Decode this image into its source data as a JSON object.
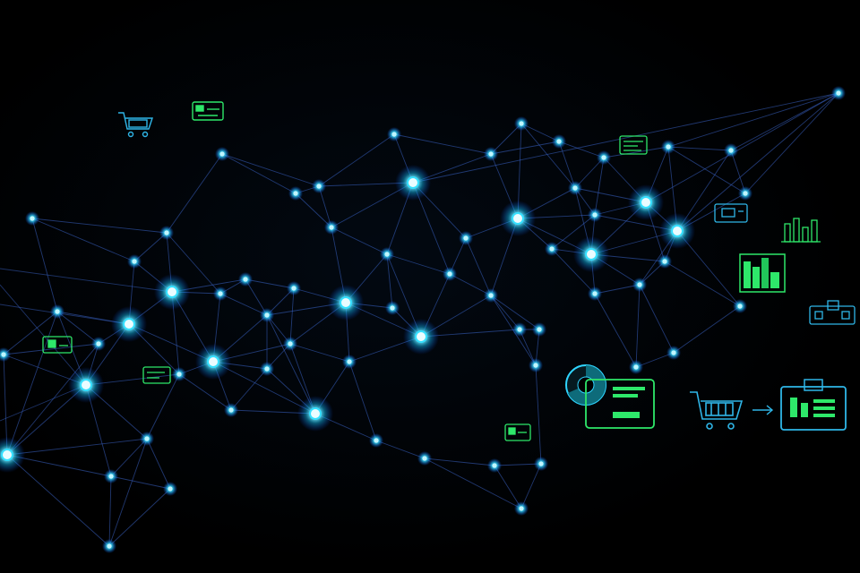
{
  "scene": {
    "description_colors": {
      "background": "#000000",
      "node_glow": "#22d3ff",
      "node_core": "#e6fbff",
      "edge": "#3a64c8",
      "icon_green": "#2ee86a",
      "icon_cyan": "#2fb6e8"
    },
    "icons": [
      {
        "name": "shopping-cart-icon",
        "color": "icon_cyan"
      },
      {
        "name": "payment-card-icon",
        "color": "icon_green"
      },
      {
        "name": "dashboard-panel-icon",
        "color": "icon_green"
      },
      {
        "name": "bar-chart-icon",
        "color": "icon_green"
      },
      {
        "name": "pie-chart-icon",
        "color": "icon_cyan"
      },
      {
        "name": "storefront-icon",
        "color": "icon_cyan"
      },
      {
        "name": "arrow-icon",
        "color": "icon_cyan"
      }
    ]
  }
}
